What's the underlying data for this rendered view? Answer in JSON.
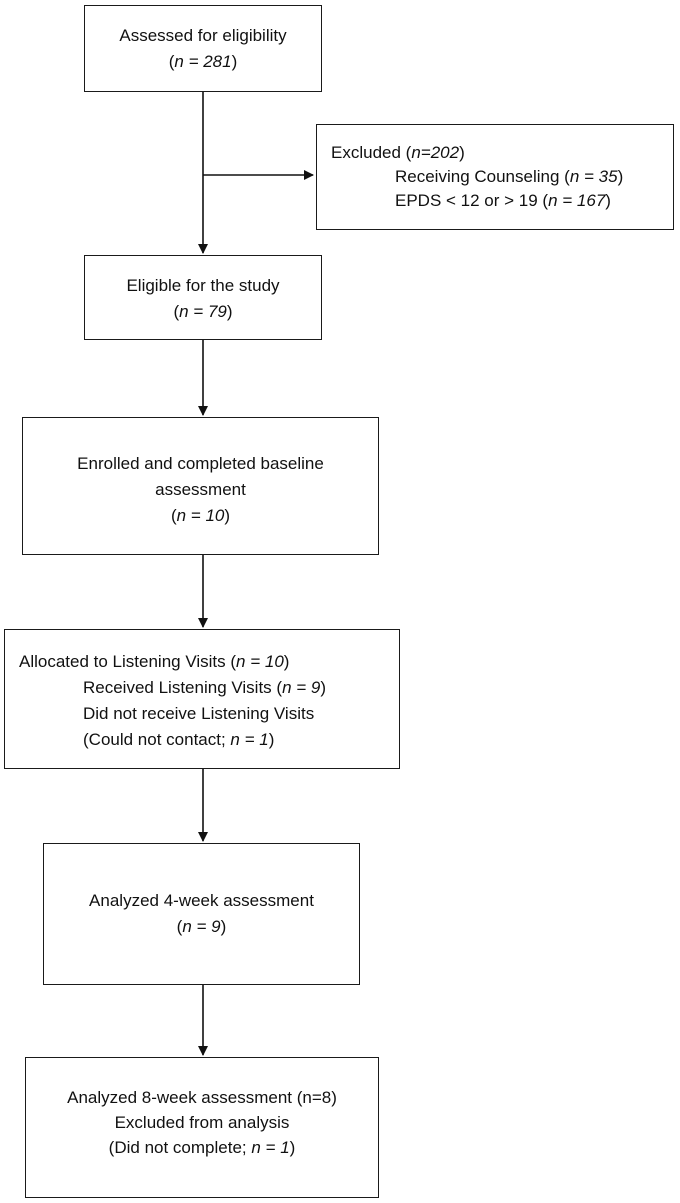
{
  "boxes": {
    "assessed": {
      "label": "Assessed for eligibility",
      "n_open": "(",
      "n": "n = 281",
      "n_close": ")"
    },
    "excluded": {
      "label": "Excluded (",
      "n": "n=202",
      "close": ")",
      "items": [
        {
          "label": "Receiving Counseling (",
          "n": "n = 35",
          "close": ")"
        },
        {
          "label": "EPDS < 12 or > 19 (",
          "n": "n = 167",
          "close": ")"
        }
      ]
    },
    "eligible": {
      "label": "Eligible for the study",
      "n_open": "(",
      "n": "n = 79",
      "n_close": ")"
    },
    "enrolled": {
      "label_line1": "Enrolled and completed baseline",
      "label_line2": "assessment",
      "n_open": "(",
      "n": "n = 10",
      "n_close": ")"
    },
    "allocated": {
      "label": "Allocated to Listening Visits (",
      "n": "n = 10",
      "close": ")",
      "received_label": "Received Listening Visits (",
      "received_n": "n = 9",
      "received_close": ")",
      "not_received_label": "Did not receive Listening Visits",
      "not_received_reason": "(Could not contact; ",
      "not_received_n": "n = 1",
      "not_received_close": ")"
    },
    "analyzed4": {
      "label": "Analyzed 4-week assessment",
      "n_open": "(",
      "n": "n = 9",
      "n_close": ")"
    },
    "analyzed8": {
      "label": "Analyzed 8-week assessment (n=8)",
      "excluded_label": "Excluded from analysis",
      "reason": "(Did not complete; ",
      "n": "n = 1",
      "close": ")"
    }
  }
}
